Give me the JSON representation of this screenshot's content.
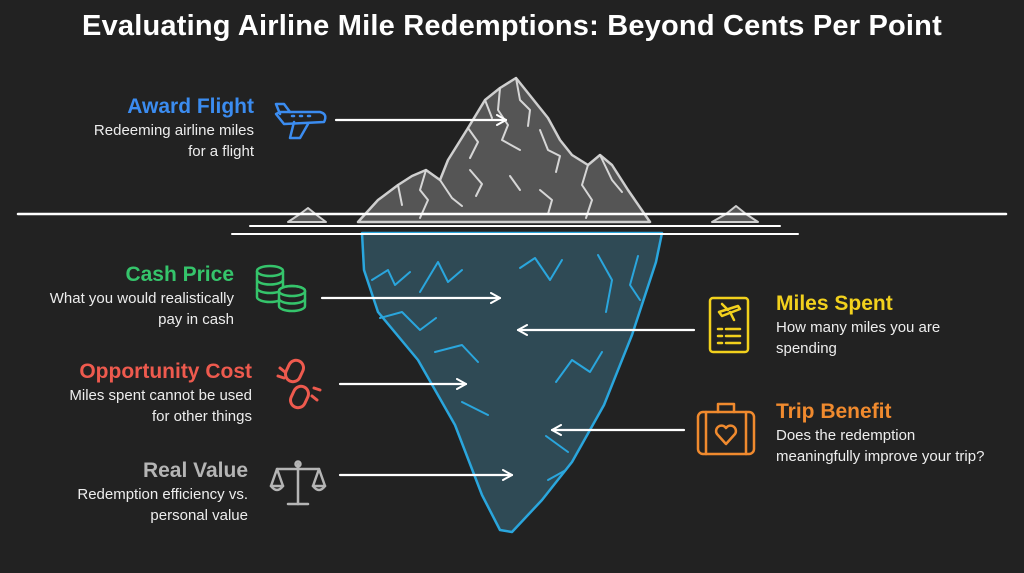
{
  "title": "Evaluating Airline Mile Redemptions: Beyond Cents Per Point",
  "colors": {
    "background": "#222222",
    "award_flight": "#3b8cf0",
    "cash_price": "#35c46b",
    "opportunity_cost": "#ee5a4e",
    "real_value": "#b5b5b5",
    "miles_spent": "#f2d11d",
    "trip_benefit": "#f08a2e",
    "iceberg_top": "#555555",
    "iceberg_bottom": "#2f4a55",
    "iceberg_outline": "#2aa6dd"
  },
  "items": {
    "award_flight": {
      "heading": "Award Flight",
      "line1": "Redeeming airline miles",
      "line2": "for a flight",
      "icon": "airplane-icon"
    },
    "cash_price": {
      "heading": "Cash Price",
      "line1": "What you would realistically",
      "line2": "pay in cash",
      "icon": "coins-icon"
    },
    "opportunity_cost": {
      "heading": "Opportunity Cost",
      "line1": "Miles spent cannot be used",
      "line2": "for other things",
      "icon": "broken-link-icon"
    },
    "real_value": {
      "heading": "Real Value",
      "line1": "Redemption efficiency vs.",
      "line2": "personal value",
      "icon": "balance-scale-icon"
    },
    "miles_spent": {
      "heading": "Miles Spent",
      "line1": "How many miles you are",
      "line2": "spending",
      "icon": "ticket-document-icon"
    },
    "trip_benefit": {
      "heading": "Trip Benefit",
      "line1": "Does the redemption",
      "line2": "meaningfully improve your trip?",
      "icon": "suitcase-heart-icon"
    }
  }
}
